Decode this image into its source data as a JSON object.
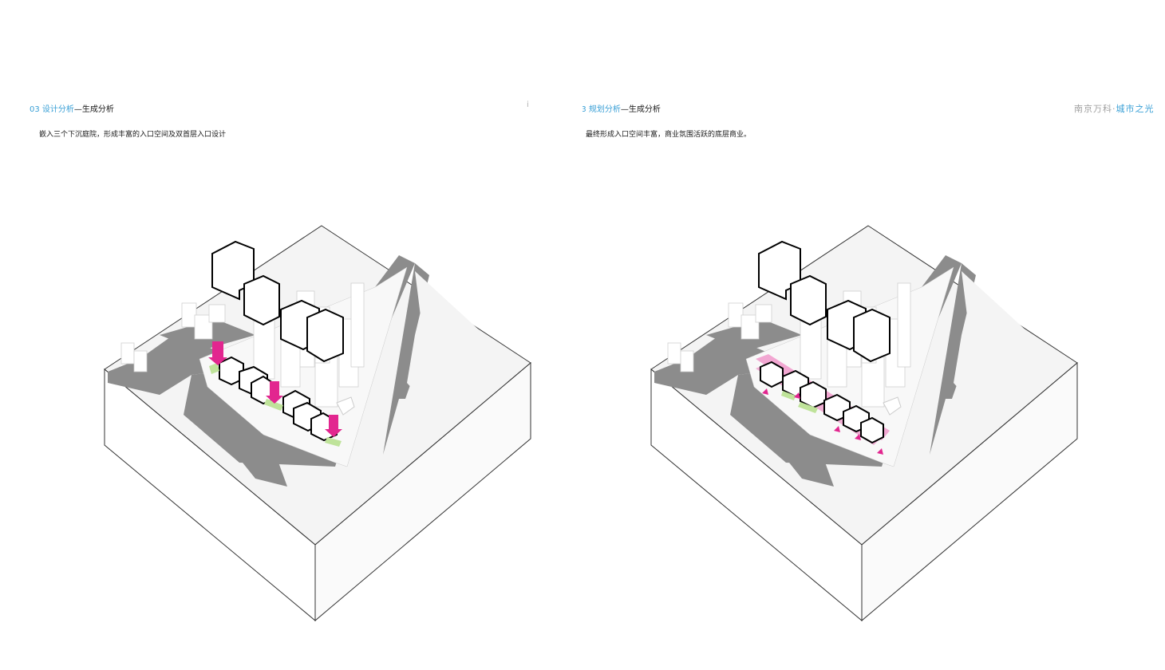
{
  "left": {
    "header": {
      "number": "03",
      "topic": "设计分析",
      "dash": "—",
      "subtitle": "生成分析"
    },
    "caption": "嵌入三个下沉庭院，形成丰富的入口空间及双首层入口设计",
    "edge_mark": "i"
  },
  "right": {
    "header": {
      "number": "03",
      "topic": "规划分析",
      "dash": "—",
      "subtitle": "生成分析"
    },
    "caption": "最终形成入口空间丰富，商业氛围活跃的底层商业。",
    "brand": {
      "name": "南京万科",
      "separator": "·",
      "project": "城市之光"
    }
  },
  "colors": {
    "accent": "#3aa0d6",
    "highlight": "#e2268f",
    "highlight_soft": "#f08cc6",
    "courtyard": "#bfe39a",
    "road": "#8c8c8c",
    "ground": "#f2f2f2",
    "building": "#ffffff"
  }
}
